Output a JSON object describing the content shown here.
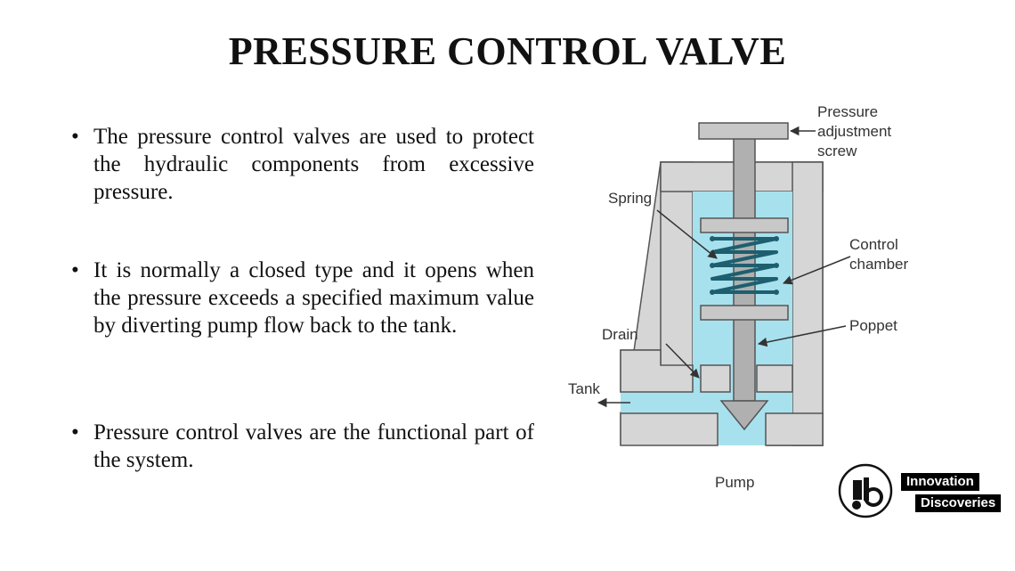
{
  "title": "PRESSURE CONTROL VALVE",
  "bullets": [
    {
      "marker": "•",
      "text": "The pressure control valves are used to protect the hydraulic components from excessive pressure."
    },
    {
      "marker": "•",
      "text": "It is normally a closed type and it opens when the pressure exceeds a specified maximum value by diverting pump flow back to the tank."
    },
    {
      "marker": "•",
      "text": "Pressure control valves are the functional part of the system."
    }
  ],
  "diagram": {
    "labels": {
      "adjust_1": "Pressure",
      "adjust_2": "adjustment",
      "adjust_3": "screw",
      "spring": "Spring",
      "control_1": "Control",
      "control_2": "chamber",
      "poppet": "Poppet",
      "drain": "Drain",
      "tank": "Tank",
      "pump": "Pump"
    },
    "colors": {
      "body": "#d6d6d6",
      "fluid": "#a8e1ee",
      "spring": "#1d5f6e",
      "outline": "#555555"
    }
  },
  "brand": {
    "line1": "Innovation",
    "line2": "Discoveries"
  }
}
